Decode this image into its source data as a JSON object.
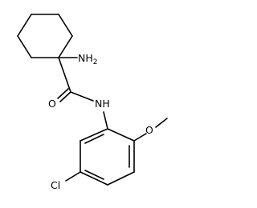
{
  "structure": {
    "labels": {
      "amine": "NH",
      "amine_sub": "2",
      "carbonyl_oxygen": "O",
      "amide_nitrogen": "NH",
      "ether_oxygen": "O",
      "chlorine": "Cl"
    }
  }
}
